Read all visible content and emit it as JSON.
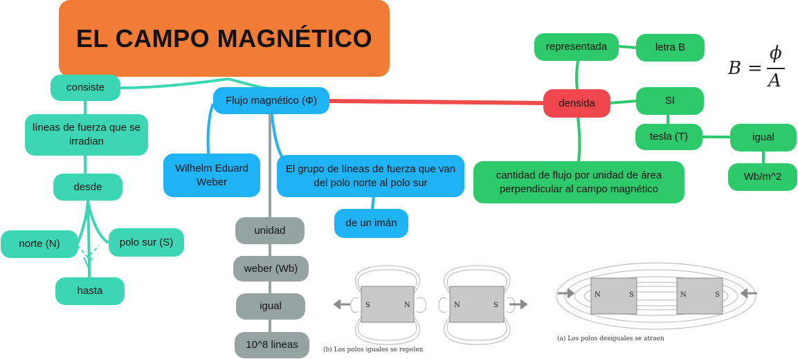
{
  "title": "EL CAMPO MAGNÉTICO",
  "colors": {
    "title": "#f07c36",
    "teal": "#3dd6b4",
    "blue": "#1fb2f5",
    "grey": "#95a4a2",
    "green": "#2ec96b",
    "red": "#f0474e",
    "red_link": "#ef4b4b"
  },
  "left_branch": {
    "consiste": "consiste",
    "lineas": "líneas de fuerza que se irradian",
    "desde": "desde",
    "norte": "norte (N)",
    "polo_sur": "polo sur (S)",
    "hasta": "hasta"
  },
  "flux_branch": {
    "flujo": "Flujo magnético (Φ)",
    "weber_name": "Wilhelm Eduard Weber",
    "grupo": "El grupo de líneas de fuerza que van del polo norte al polo sur",
    "iman": "de un imán",
    "unidad": "unidad",
    "weber_unit": "weber (Wb)",
    "igual": "igual",
    "lineas_count": "10^8 lineas"
  },
  "density_branch": {
    "densidad": "densida",
    "representada": "representada",
    "letra": "letra B",
    "si": "SI",
    "tesla": "tesla (T)",
    "igual": "igual",
    "wb": "Wb/m^2",
    "cantidad": "cantidad de flujo por unidad de área perpendicular al campo magnético"
  },
  "formula": {
    "lhs": "B",
    "eq": "=",
    "num": "ϕ",
    "den": "A"
  },
  "figures": {
    "repel_caption": "(b) Los polos iguales se repelen",
    "repel_magnet1": {
      "left": "S",
      "right": "N"
    },
    "repel_magnet2": {
      "left": "N",
      "right": "S"
    },
    "attract_caption": "(a) Los polos desiguales se atraen",
    "attract_magnet1": {
      "left": "N",
      "right": "S"
    },
    "attract_magnet2": {
      "left": "N",
      "right": "S"
    }
  }
}
